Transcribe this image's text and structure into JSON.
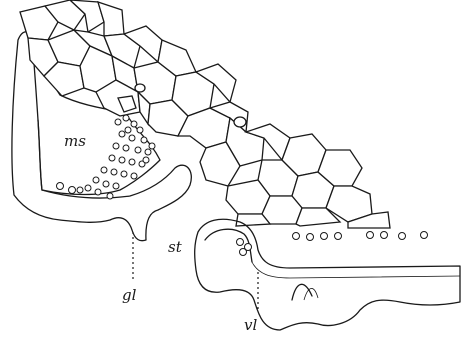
{
  "labels": {
    "ms": "ms",
    "st": "st",
    "gl": "gl",
    "vl": "vl"
  }
}
